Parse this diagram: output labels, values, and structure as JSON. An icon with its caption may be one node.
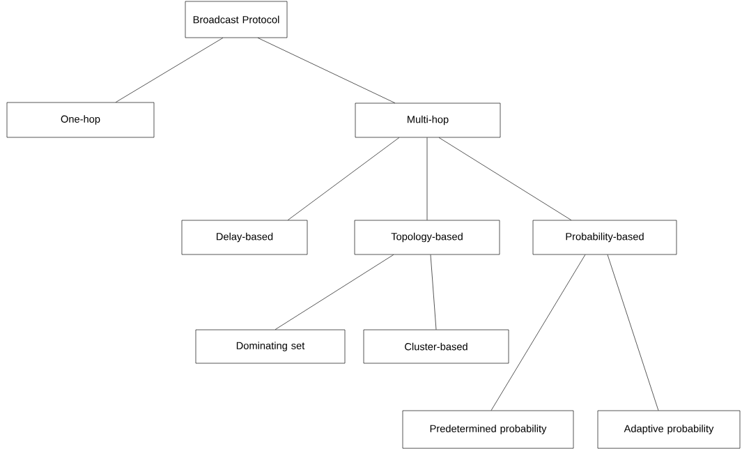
{
  "diagram": {
    "nodes": [
      {
        "text": [
          "Broadcast Protocol"
        ]
      },
      {
        "text": [
          "One-hop"
        ]
      },
      {
        "text": [
          "Multi-hop"
        ]
      },
      {
        "text": [
          "Delay-based"
        ]
      },
      {
        "text": [
          "Topology-based"
        ]
      },
      {
        "text": [
          "Probability-based"
        ]
      },
      {
        "text": [
          "Dominating set"
        ]
      },
      {
        "text": [
          "Cluster-based"
        ]
      },
      {
        "text": [
          "Predetermined probability"
        ]
      },
      {
        "text": [
          "Adaptive probability"
        ]
      }
    ],
    "edges": [
      {
        "from": 0,
        "to": 1,
        "arrow": "none"
      },
      {
        "from": 0,
        "to": 2,
        "arrow": "none"
      },
      {
        "from": 2,
        "to": 3,
        "arrow": "none"
      },
      {
        "from": 2,
        "to": 4,
        "arrow": "none"
      },
      {
        "from": 2,
        "to": 5,
        "arrow": "none"
      },
      {
        "from": 4,
        "to": 6,
        "arrow": "none"
      },
      {
        "from": 4,
        "to": 7,
        "arrow": "none"
      },
      {
        "from": 5,
        "to": 8,
        "arrow": "none"
      },
      {
        "from": 5,
        "to": 9,
        "arrow": "none"
      }
    ]
  }
}
